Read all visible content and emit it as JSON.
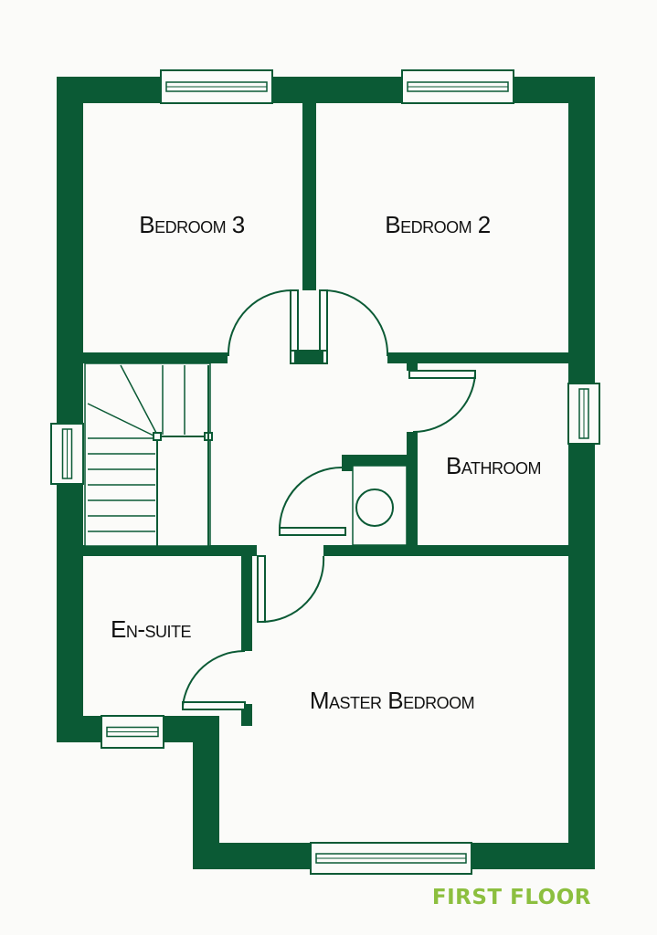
{
  "colors": {
    "wall": "#0b5a35",
    "background": "#fbfbf9",
    "line": "#0b5a35",
    "floor_label": "#8cbf3f"
  },
  "rooms": {
    "bedroom_3": "Bedroom 3",
    "bedroom_2": "Bedroom 2",
    "bathroom": "Bathroom",
    "en_suite": "En-suite",
    "master_bedroom": "Master Bedroom"
  },
  "floor_label": "FIRST FLOOR"
}
